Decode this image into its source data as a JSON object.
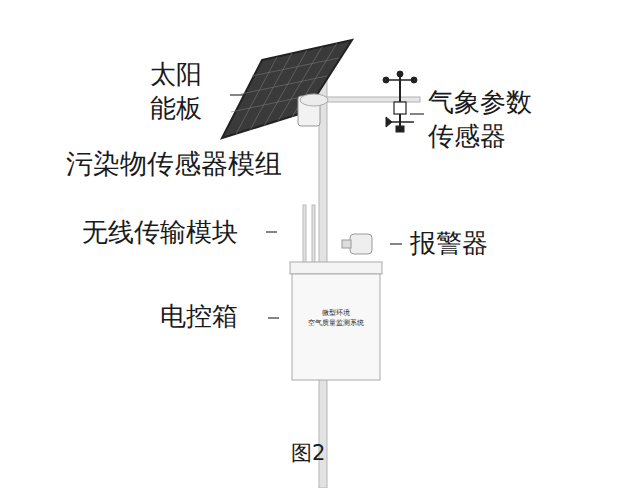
{
  "diagram": {
    "caption": "图2",
    "labels": [
      "太阳 能板",
      "气象参数 传感器",
      "污染物传感器模组",
      "无线传输模块",
      "报警器",
      "电控箱",
      "微型环境 空气质量监测系统"
    ]
  }
}
